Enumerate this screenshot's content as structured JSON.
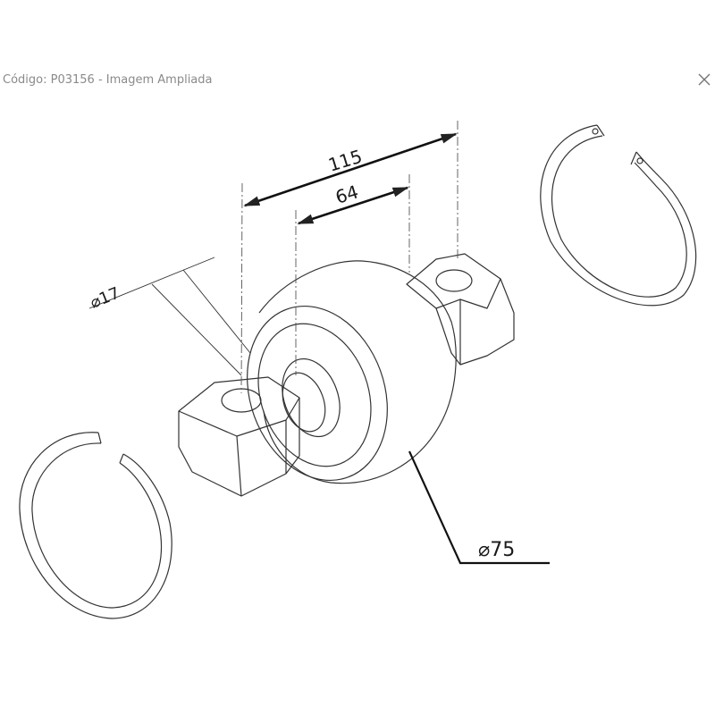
{
  "window": {
    "title": "Código: P03156 - Imagem Ampliada",
    "close_icon": "close-icon"
  },
  "drawing": {
    "dimensions": {
      "overall_length": "115",
      "inner_length": "64",
      "hole_diameter": "⌀17",
      "body_diameter": "⌀75"
    }
  }
}
